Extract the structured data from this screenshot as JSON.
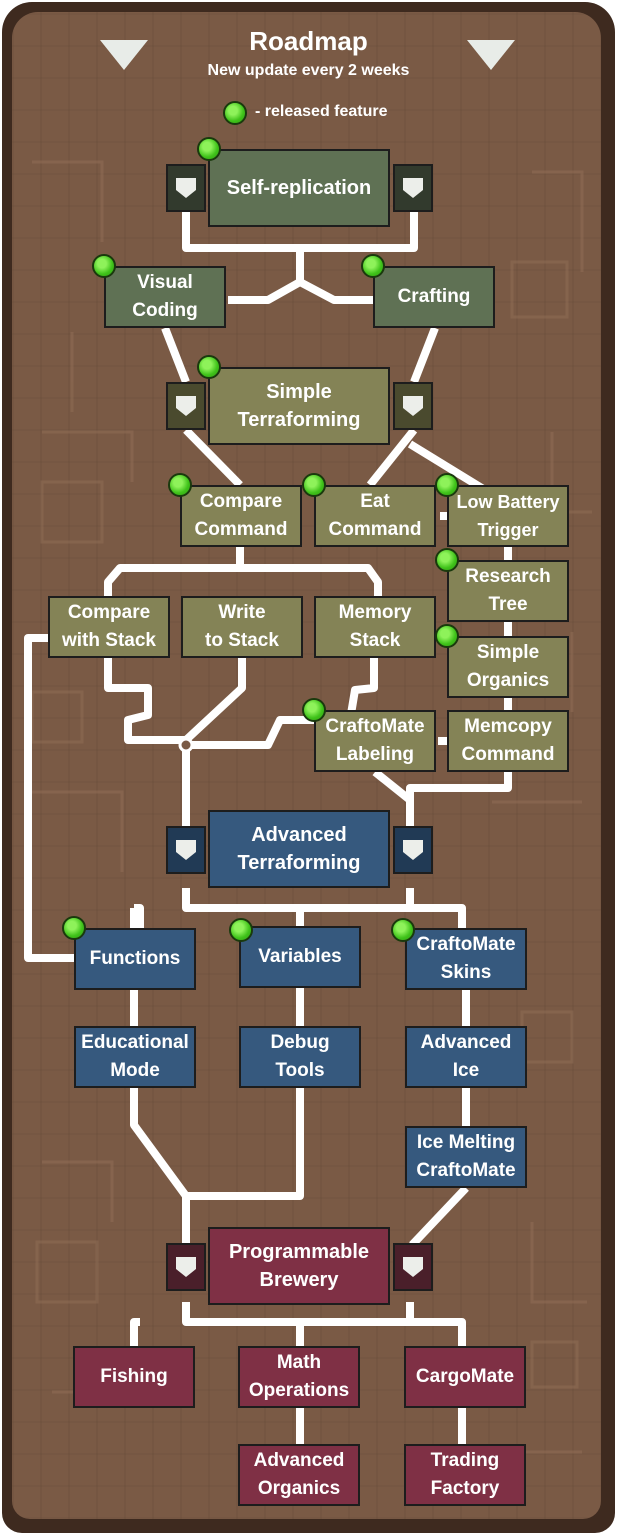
{
  "header": {
    "title": "Roadmap",
    "subtitle": "New update every 2 weeks"
  },
  "legend": {
    "label": "- released feature",
    "color": "#39c21a"
  },
  "colors": {
    "tier1": "#5f7154",
    "tier2": "#848356",
    "tier3": "#36597e",
    "tier4": "#7f3045",
    "wood": "#7a5a45",
    "line": "#ffffff"
  },
  "icons": {
    "collapse_left": "triangle-down-icon",
    "collapse_right": "triangle-down-icon",
    "tier_marker": "shield-icon"
  },
  "nodes": {
    "self_replication": "Self-replication",
    "visual_coding": "Visual\nCoding",
    "crafting": "Crafting",
    "simple_terraforming": "Simple\nTerraforming",
    "compare_command": "Compare\nCommand",
    "eat_command": "Eat\nCommand",
    "low_battery_trigger": "Low Battery\nTrigger",
    "research_tree": "Research\nTree",
    "compare_with_stack": "Compare\nwith Stack",
    "write_to_stack": "Write\nto Stack",
    "memory_stack": "Memory\nStack",
    "simple_organics": "Simple\nOrganics",
    "craftomate_labeling": "CraftoMate\nLabeling",
    "memcopy_command": "Memcopy\nCommand",
    "advanced_terraforming": "Advanced\nTerraforming",
    "functions": "Functions",
    "variables": "Variables",
    "craftomate_skins": "CraftoMate\nSkins",
    "educational_mode": "Educational\nMode",
    "debug_tools": "Debug\nTools",
    "advanced_ice": "Advanced\nIce",
    "ice_melting_craftomate": "Ice Melting\nCraftoMate",
    "programmable_brewery": "Programmable\nBrewery",
    "fishing": "Fishing",
    "math_operations": "Math\nOperations",
    "cargomate": "CargoMate",
    "advanced_organics": "Advanced\nOrganics",
    "trading_factory": "Trading\nFactory"
  }
}
